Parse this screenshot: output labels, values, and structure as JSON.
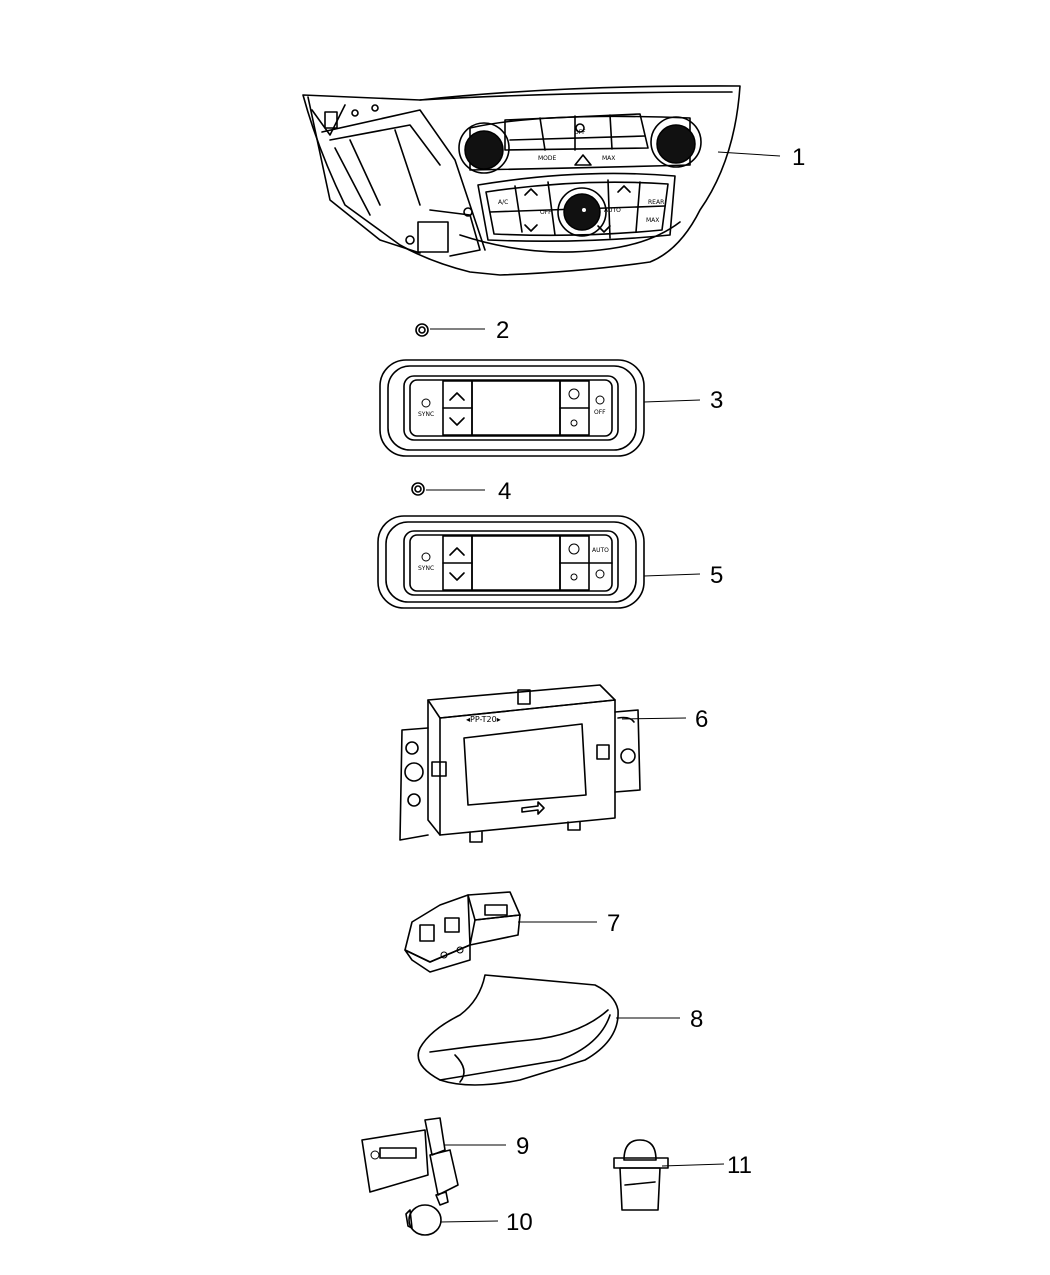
{
  "callouts": [
    "1",
    "2",
    "3",
    "4",
    "5",
    "6",
    "7",
    "8",
    "9",
    "10",
    "11"
  ],
  "panel_labels": {
    "ac": "A/C",
    "off": "OFF",
    "auto": "AUTO",
    "max": "MAX",
    "rear": "REAR",
    "sync": "SYNC",
    "module_mark": "◂PP-T20▸"
  }
}
